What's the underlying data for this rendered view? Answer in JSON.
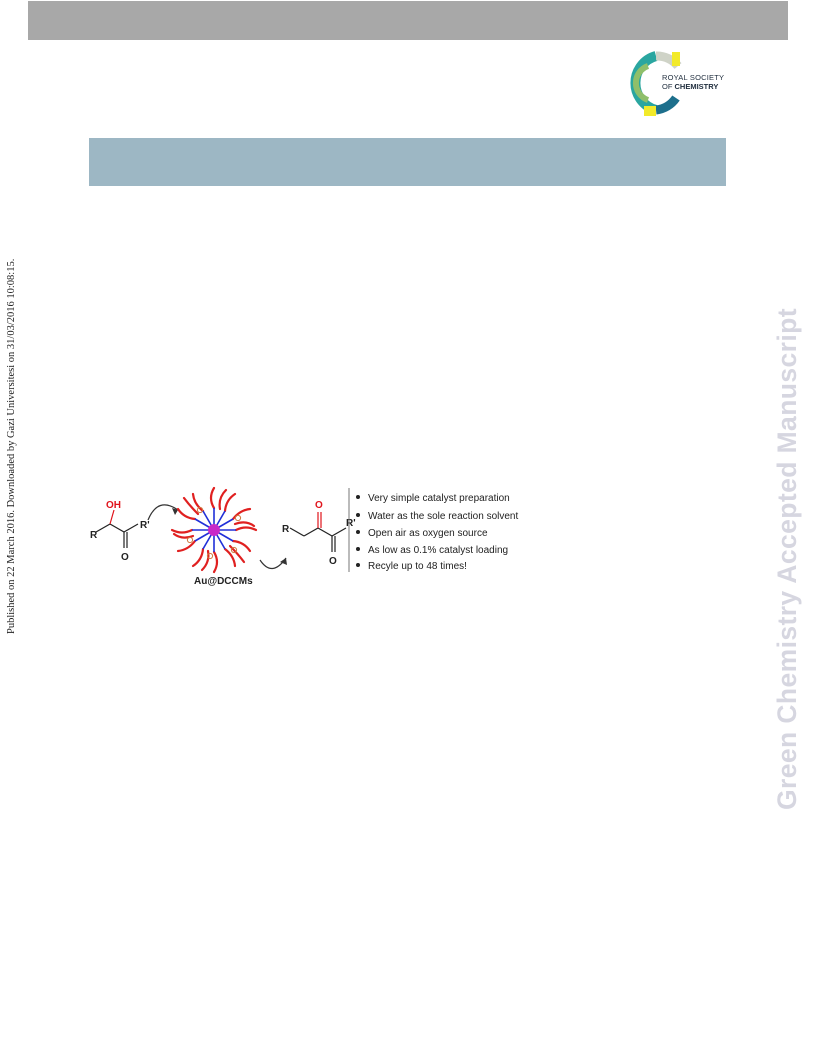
{
  "watermark": "Green Chemistry Accepted Manuscript",
  "side_note": "Published on 22 March 2016. Downloaded by Gazi Universitesi on 31/03/2016 10:08:15.",
  "logo": {
    "line1": "ROYAL SOCIETY",
    "line2_prefix": "OF ",
    "line2_bold": "CHEMISTRY"
  },
  "graphical_abstract": {
    "reactant_labels": {
      "oh": "OH",
      "r": "R",
      "r_prime": "R'",
      "o": "O"
    },
    "product_labels": {
      "o_top": "O",
      "r": "R",
      "r_prime": "R'",
      "o_bottom": "O"
    },
    "catalyst_label": "Au@DCCMs",
    "bullets": [
      "Very simple catalyst preparation",
      "Water as the sole reaction solvent",
      "Open air as oxygen source",
      "As low as 0.1% catalyst loading",
      "Recyle up to 48 times!"
    ],
    "colors": {
      "hydroxyl": "#e0141c",
      "carbonyl": "#e0141c",
      "corona": "#e02020",
      "core": "#2030d8",
      "center": "#c828c8"
    }
  }
}
